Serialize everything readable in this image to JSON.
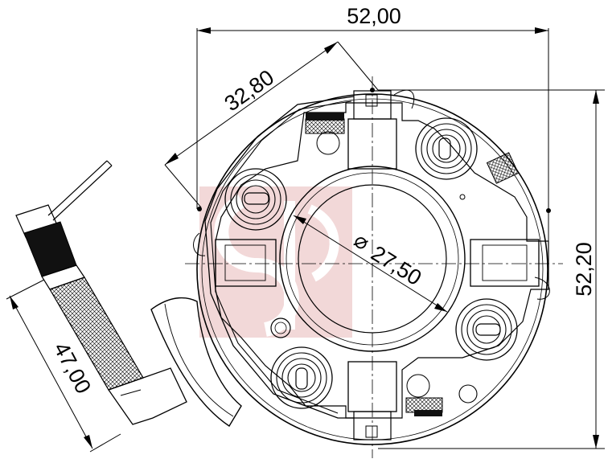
{
  "dimensions": {
    "width": "52,00",
    "height": "52,20",
    "holder_span": "32,80",
    "commutator_diameter_symbol": "⌀",
    "commutator_diameter": "27,50",
    "lead_length": "47,00"
  },
  "colors": {
    "line": "#000000",
    "watermark": "#e8b8b8",
    "background": "#ffffff"
  }
}
